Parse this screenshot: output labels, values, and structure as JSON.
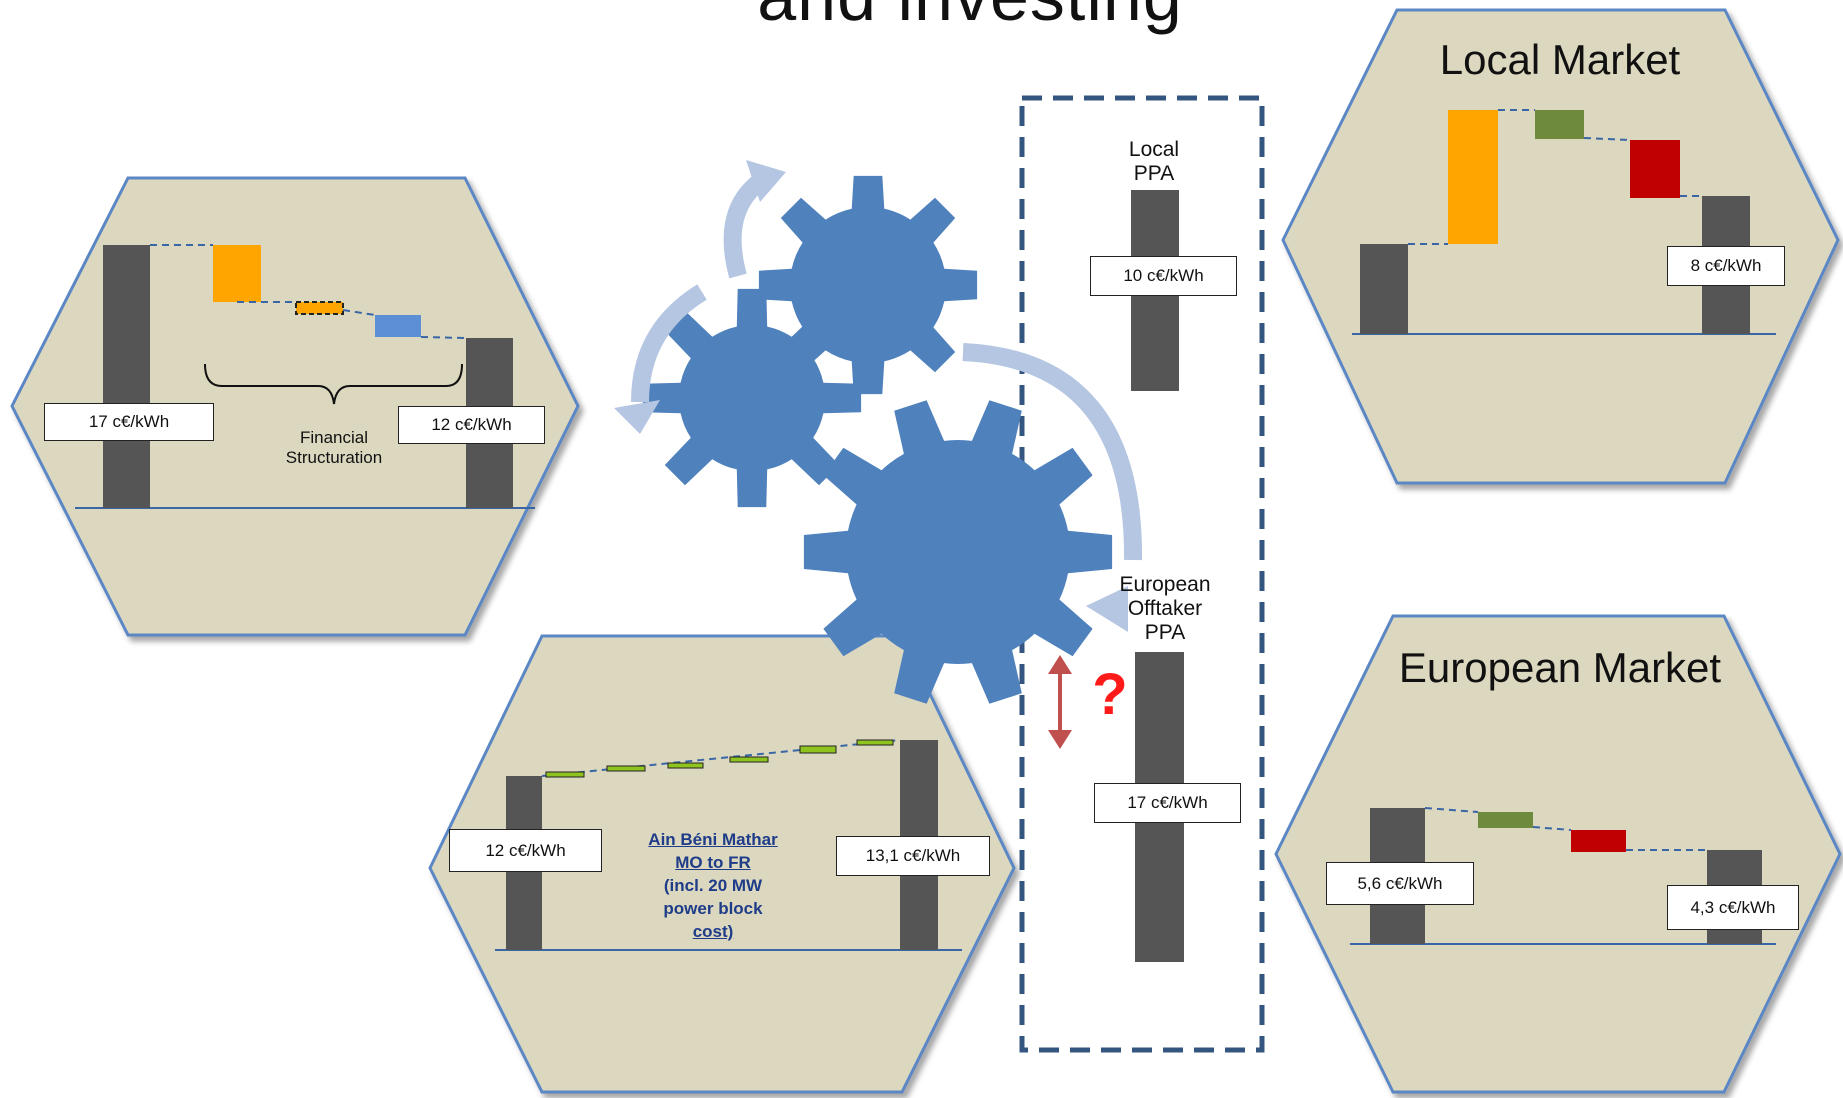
{
  "header": {
    "title_fragment": "and investing"
  },
  "left_panel": {
    "start_label": "17 c€/kWh",
    "end_label": "12 c€/kWh",
    "bracket_text_line1": "Financial",
    "bracket_text_line2": "Structuration"
  },
  "bottom_panel": {
    "start_label": "12 c€/kWh",
    "end_label": "13,1 c€/kWh",
    "center_link": "Ain Béni Mathar",
    "center_line2": "MO to FR",
    "center_line3": "(incl. 20 MW",
    "center_line4": "power block",
    "center_line5": "cost)"
  },
  "ppa_column": {
    "local_line1": "Local",
    "local_line2": "PPA",
    "local_label": "10 c€/kWh",
    "euro_line1": "European",
    "euro_line2": "Offtaker",
    "euro_line3": "PPA",
    "euro_label": "17 c€/kWh",
    "question": "?"
  },
  "local_market": {
    "title": "Local Market",
    "end_label": "8 c€/kWh"
  },
  "european_market": {
    "title": "European Market",
    "start_label": "5,6 c€/kWh",
    "end_label": "4,3 c€/kWh"
  },
  "colors": {
    "panel_fill": "#dcd8c0",
    "panel_border": "#5b87c5",
    "bar_gray": "#555555",
    "orange": "#ffa500",
    "green": "#6e8b3d",
    "red": "#c00000",
    "blue": "#5b8fd6",
    "lime": "#8fc31f",
    "gear": "#4f81bd",
    "arrow_light": "#b4c6e1",
    "dash_box": "#34557f"
  },
  "icons": [
    "gear-icon",
    "cycle-arrow-icon",
    "double-arrow-icon",
    "question-mark-icon"
  ]
}
